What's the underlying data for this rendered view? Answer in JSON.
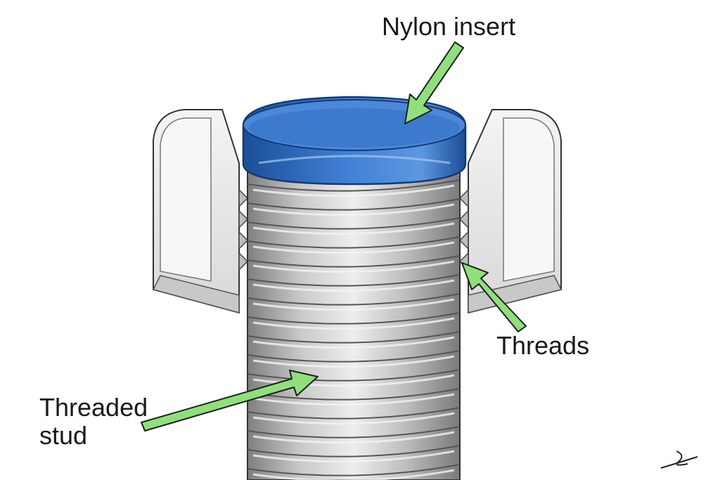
{
  "diagram": {
    "labels": {
      "nylon_insert": "Nylon insert",
      "threads": "Threads",
      "threaded_stud_line1": "Threaded",
      "threaded_stud_line2": "stud"
    }
  },
  "colors": {
    "nylon": "#2f6fc4",
    "nylon_dark": "#1c4e98",
    "nut_face": "#e6e6e6",
    "metal_light": "#dcdcdc",
    "metal_dark": "#8a8a8a",
    "arrow_fill": "#8fe07a",
    "arrow_outline": "#1f1f1f"
  }
}
